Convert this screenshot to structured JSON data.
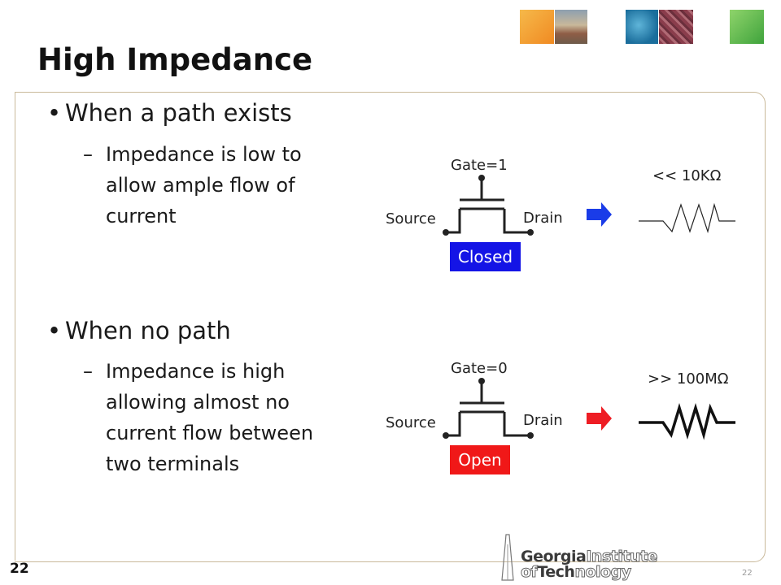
{
  "slide": {
    "title": "High Impedance",
    "bullets": [
      {
        "text": "When a path exists",
        "sub": "Impedance is low to allow ample flow of current"
      },
      {
        "text": "When no path",
        "sub": "Impedance is high allowing almost no current flow between two terminals"
      }
    ],
    "bullet_glyph": "•",
    "sub_glyph": "–",
    "slide_number": "22",
    "slide_number_small": "22"
  },
  "diagram_closed": {
    "gate_label": "Gate=1",
    "source_label": "Source",
    "drain_label": "Drain",
    "state_label": "Closed",
    "state_color": "#1414e6",
    "arrow_color": "#1a3ce8",
    "resistance_label": "<< 10KΩ"
  },
  "diagram_open": {
    "gate_label": "Gate=0",
    "source_label": "Source",
    "drain_label": "Drain",
    "state_label": "Open",
    "state_color": "#f01818",
    "arrow_color": "#ee1d24",
    "resistance_label": ">> 100MΩ"
  },
  "logo": {
    "line1_bold": "Georgia",
    "line1_rest": "Institute",
    "line2_rest": "of",
    "line2_bold": "Tech",
    "line2_tail": "nology"
  },
  "colors": {
    "frame": "#c9b99a",
    "title": "#111111"
  }
}
